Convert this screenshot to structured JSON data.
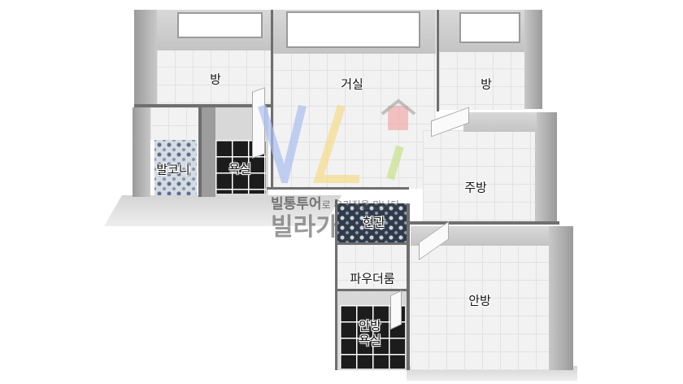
{
  "rooms": {
    "room_top_left": "방",
    "living": "거실",
    "room_top_right": "방",
    "balcony": "발코니",
    "bathroom": "욕실",
    "kitchen": "주방",
    "entrance": "현관",
    "powder_room": "파우더룸",
    "master_bath_line1": "안방",
    "master_bath_line2": "욕실",
    "master_bedroom": "안방"
  },
  "watermark": {
    "slogan_bold": "빌통투어",
    "slogan_rest": "로 우리집을 만나다",
    "brand": "빌라가",
    "logo_letters": "VLi"
  },
  "colors": {
    "logo_v": "#a9bff0",
    "logo_l": "#f5dc8a",
    "logo_i": "#c9e38a",
    "logo_house": "#f0a0a0"
  }
}
